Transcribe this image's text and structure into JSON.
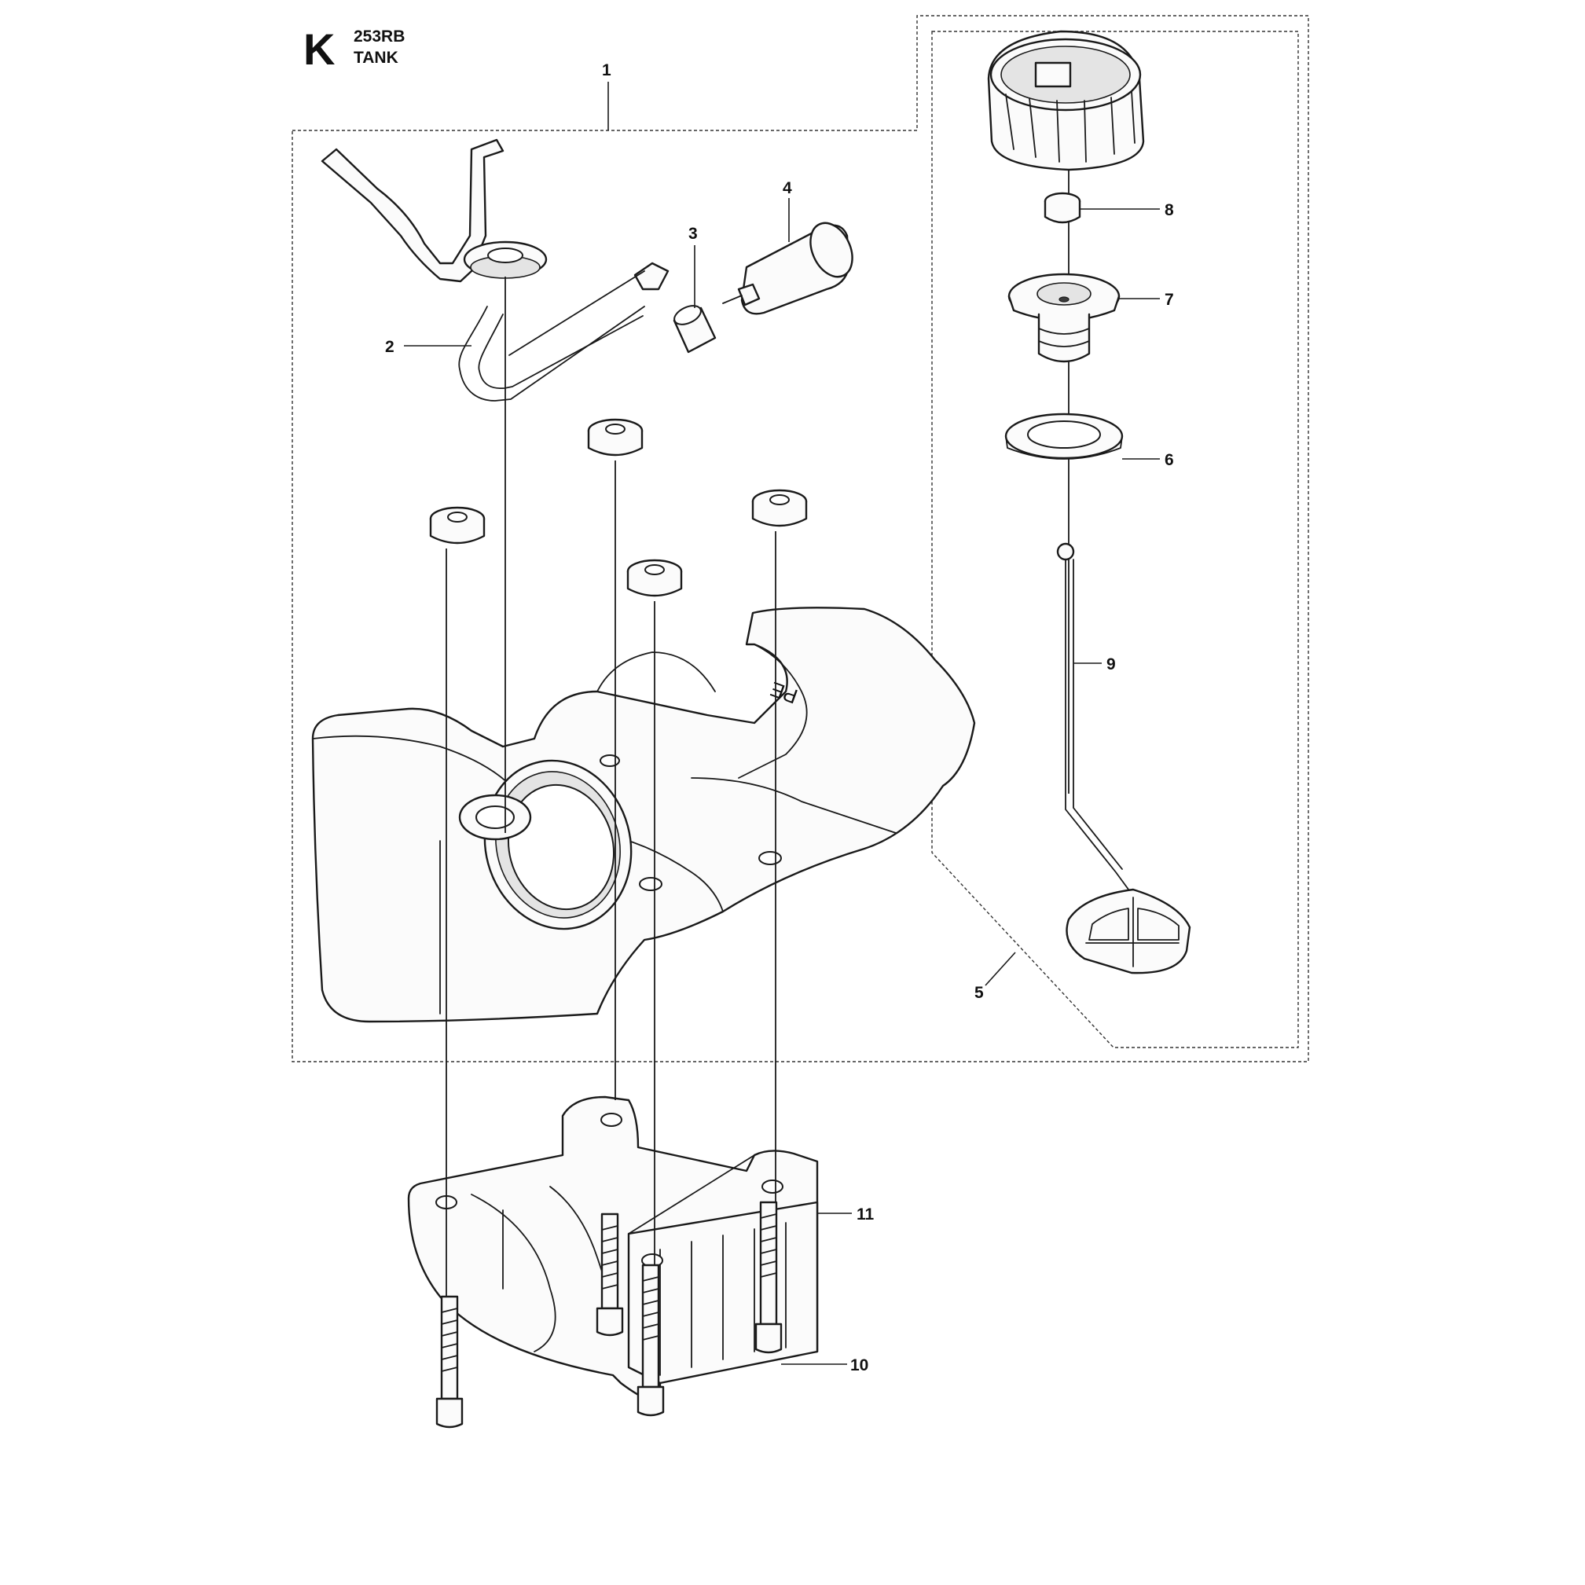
{
  "header": {
    "section_letter": "K",
    "model": "253RB",
    "title": "TANK"
  },
  "callouts": [
    {
      "number": "1",
      "part": "tank-assembly"
    },
    {
      "number": "2",
      "part": "fuel-hose-grommet"
    },
    {
      "number": "3",
      "part": "hose-sleeve"
    },
    {
      "number": "4",
      "part": "fuel-filter"
    },
    {
      "number": "5",
      "part": "fuel-cap-assembly"
    },
    {
      "number": "6",
      "part": "cap-gasket"
    },
    {
      "number": "7",
      "part": "cap-valve"
    },
    {
      "number": "8",
      "part": "cap-insert"
    },
    {
      "number": "9",
      "part": "strap-retainer"
    },
    {
      "number": "10",
      "part": "screw"
    },
    {
      "number": "11",
      "part": "tank-bracket"
    }
  ],
  "tank_marking": "PE"
}
